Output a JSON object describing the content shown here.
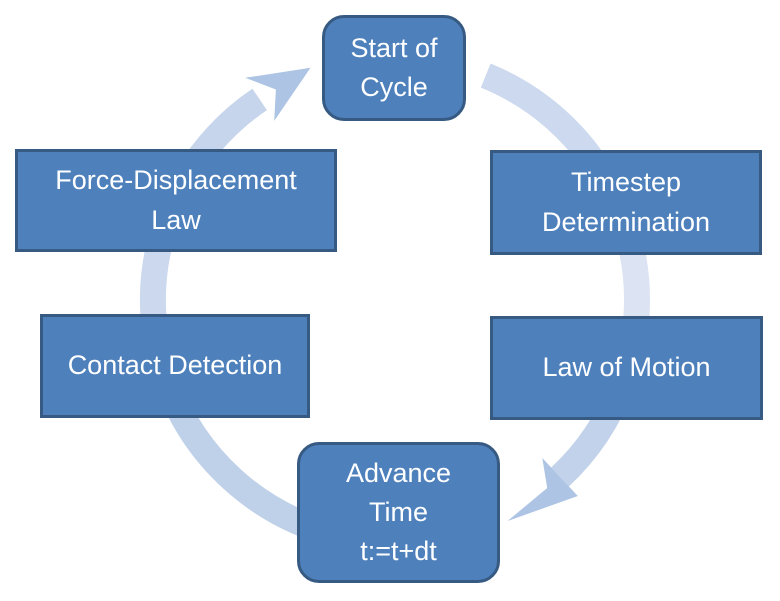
{
  "diagram": {
    "type": "cycle",
    "direction": "clockwise",
    "nodes": [
      {
        "id": "start-of-cycle",
        "shape": "rounded-rectangle",
        "lines": [
          "Start of",
          "Cycle"
        ]
      },
      {
        "id": "timestep-determination",
        "shape": "rectangle",
        "lines": [
          "Timestep",
          "Determination"
        ]
      },
      {
        "id": "law-of-motion",
        "shape": "rectangle",
        "lines": [
          "Law of Motion"
        ]
      },
      {
        "id": "advance-time",
        "shape": "rounded-rectangle",
        "lines": [
          "Advance",
          "Time",
          "t:=t+dt"
        ]
      },
      {
        "id": "contact-detection",
        "shape": "rectangle",
        "lines": [
          "Contact Detection"
        ]
      },
      {
        "id": "force-displacement-law",
        "shape": "rectangle",
        "lines": [
          "Force-Displacement",
          "Law"
        ]
      }
    ],
    "connections": [
      {
        "from": "start-of-cycle",
        "to": "timestep-determination",
        "arrowhead_visible": false
      },
      {
        "from": "timestep-determination",
        "to": "law-of-motion",
        "arrowhead_visible": false
      },
      {
        "from": "law-of-motion",
        "to": "advance-time",
        "arrowhead_visible": true
      },
      {
        "from": "advance-time",
        "to": "contact-detection",
        "arrowhead_visible": false
      },
      {
        "from": "contact-detection",
        "to": "force-displacement-law",
        "arrowhead_visible": false
      },
      {
        "from": "force-displacement-law",
        "to": "start-of-cycle",
        "arrowhead_visible": true
      }
    ],
    "colors": {
      "node_fill": "#4E80BC",
      "node_border": "#365A82",
      "node_text": "#FFFFFF",
      "arrowhead": "#ADC4E4",
      "arcs": {
        "start_timestep": "#CCD9EE",
        "timestep_law": "#DCE4F3",
        "law_advance": "#C2D2EB",
        "advance_contact": "#BFD0E9",
        "contact_force": "#CBD8ED",
        "force_start": "#C7D5EC"
      }
    }
  }
}
